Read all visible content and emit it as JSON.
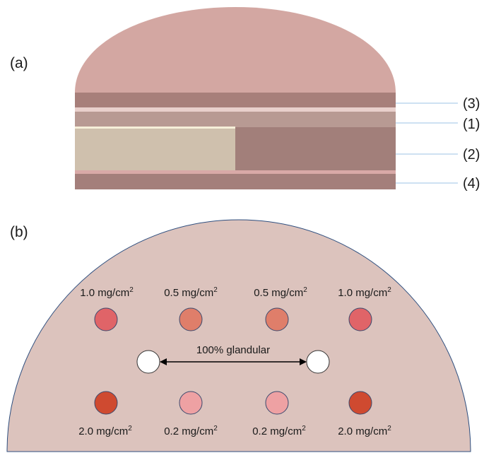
{
  "panel_a": {
    "label": "(a)",
    "layer_labels": [
      "(3)",
      "(1)",
      "(2)",
      "(4)"
    ]
  },
  "panel_b": {
    "label": "(b)",
    "top_row": [
      {
        "value": "1.0 mg/cm",
        "sup": "2"
      },
      {
        "value": "0.5 mg/cm",
        "sup": "2"
      },
      {
        "value": "0.5 mg/cm",
        "sup": "2"
      },
      {
        "value": "1.0 mg/cm",
        "sup": "2"
      }
    ],
    "bottom_row": [
      {
        "value": "2.0 mg/cm",
        "sup": "2"
      },
      {
        "value": "0.2 mg/cm",
        "sup": "2"
      },
      {
        "value": "0.2 mg/cm",
        "sup": "2"
      },
      {
        "value": "2.0 mg/cm",
        "sup": "2"
      }
    ],
    "glandular_label": "100% glandular"
  },
  "colors": {
    "dome": "#d3a7a2",
    "layer3": "#a77f7a",
    "layer1": "#b89a93",
    "layer2": "#a27f7a",
    "layer4": "#a47f7b",
    "insert": "#cfc0ad",
    "half_disc": "#dcc3bd",
    "dot_1_0": "#e06468",
    "dot_0_5": "#df7e6a",
    "dot_2_0": "#cf4a30",
    "dot_0_2": "#eea1a3",
    "leader": "#9dc3e6"
  }
}
